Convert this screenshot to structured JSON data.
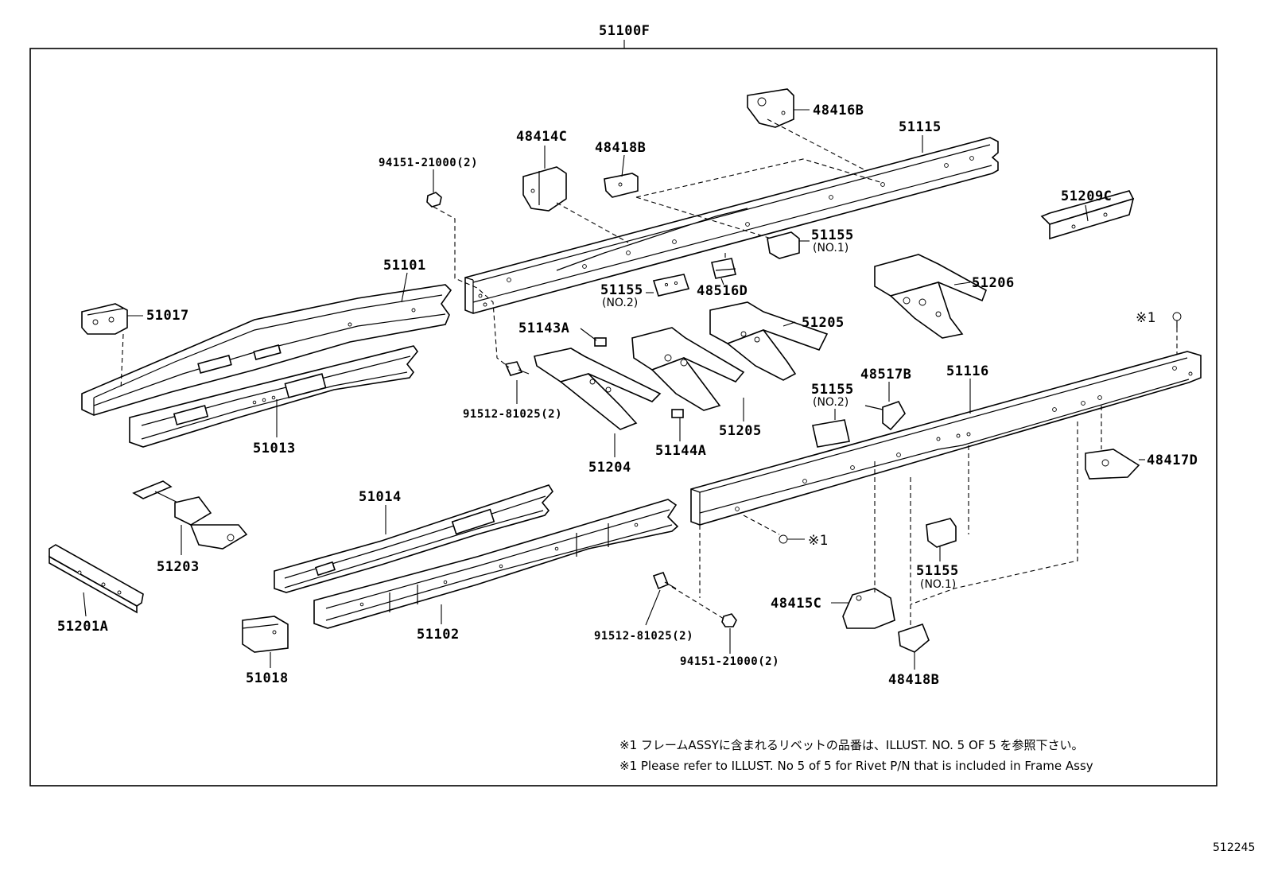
{
  "assembly_label": "51100F",
  "figure_number": "512245",
  "parts": {
    "p48416B": "48416B",
    "p51115": "51115",
    "p48414C": "48414C",
    "p48418B_top": "48418B",
    "p94151_top": "94151-21000(2)",
    "p51209C": "51209C",
    "p51101": "51101",
    "p51017": "51017",
    "p51155_no1_top": "51155",
    "p51155_no1_top_sub": "(NO.1)",
    "p51155_no2_mid": "51155",
    "p51155_no2_mid_sub": "(NO.2)",
    "p48516D": "48516D",
    "p51206": "51206",
    "p51205_top": "51205",
    "p51143A": "51143A",
    "rivet_mark_top": "※1",
    "p48517B": "48517B",
    "p51116": "51116",
    "p51155_no2_right": "51155",
    "p51155_no2_right_sub": "(NO.2)",
    "p91512_left": "91512-81025(2)",
    "p51013": "51013",
    "p51205_bottom": "51205",
    "p51204": "51204",
    "p51144A": "51144A",
    "p48417D": "48417D",
    "p51014": "51014",
    "p51203": "51203",
    "rivet_mark_bottom": "※1",
    "p51155_no1_bottom": "51155",
    "p51155_no1_bottom_sub": "(NO.1)",
    "p51201A": "51201A",
    "p48415C": "48415C",
    "p51102": "51102",
    "p91512_bottom": "91512-81025(2)",
    "p94151_bottom": "94151-21000(2)",
    "p48418B_bottom": "48418B",
    "p51018": "51018"
  },
  "notes": {
    "jp": "※1 フレームASSYに含まれるリベットの品番は、ILLUST. NO. 5  OF  5 を参照下さい。",
    "en": "※1 Please refer to ILLUST. No 5 of 5 for Rivet P/N that is included in Frame Assy"
  }
}
